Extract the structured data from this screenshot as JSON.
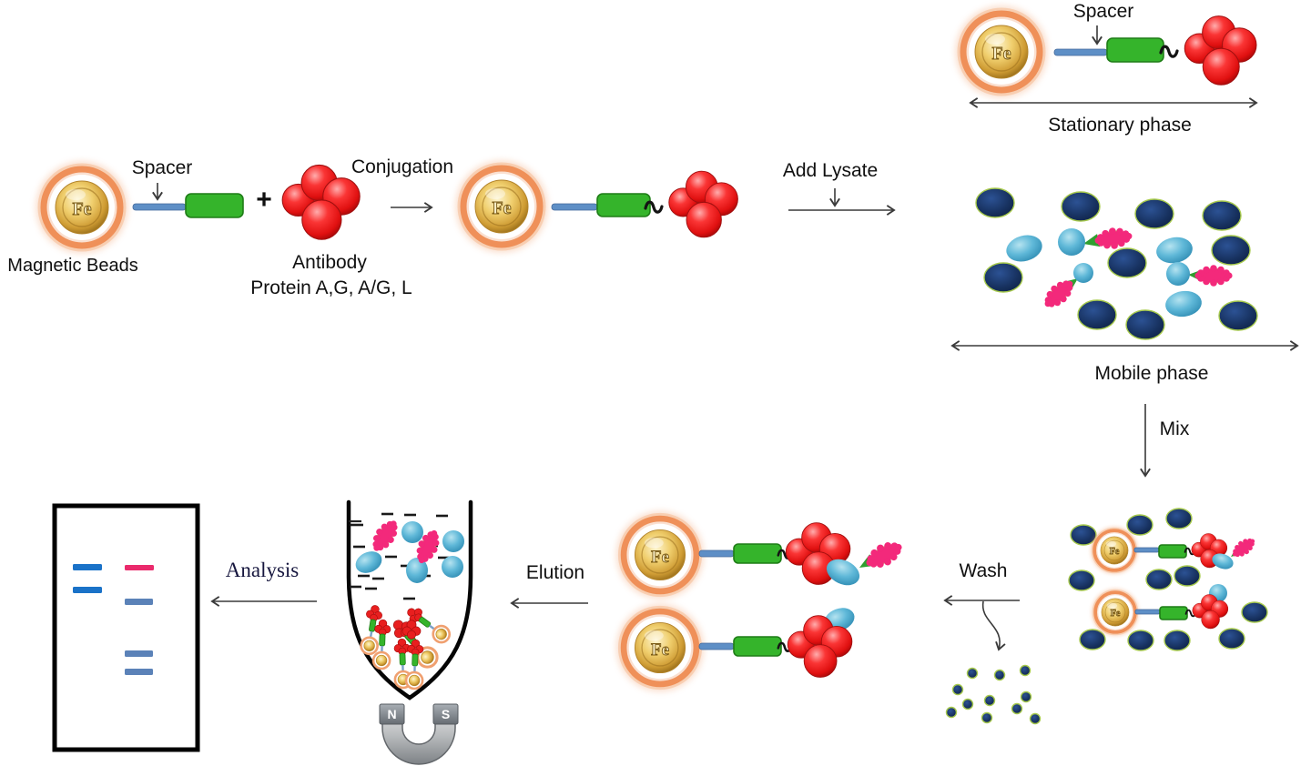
{
  "labels": {
    "spacer": "Spacer",
    "magnetic_beads": "Magnetic Beads",
    "plus": "+",
    "antibody_line1": "Antibody",
    "antibody_line2": "Protein A,G, A/G, L",
    "conjugation": "Conjugation",
    "add_lysate": "Add Lysate",
    "stationary_phase": "Stationary phase",
    "mobile_phase": "Mobile phase",
    "mix": "Mix",
    "wash": "Wash",
    "elution": "Elution",
    "analysis": "Analysis",
    "fe": "Fe",
    "magnet_north": "N",
    "magnet_south": "S"
  },
  "palette": {
    "bead_gold": "#d8a93f",
    "bead_glow_orange": "#ee8b52",
    "spacer_blue": "#5e8fc6",
    "linker_green": "#35b42b",
    "antibody_red": "#ee1515",
    "lysate_navy": "#16305f",
    "lysate_cyan": "#4aa9cd",
    "antigen_pink": "#f3297b",
    "oval_outline_green": "#a6c94c",
    "arrow_gray": "#3a3a3a",
    "gel_band_blue": "#1a72c8",
    "gel_band_steel": "#5b82b8",
    "gel_band_pink": "#ea2a6c",
    "magnet_gray": "#b9bcbe"
  }
}
